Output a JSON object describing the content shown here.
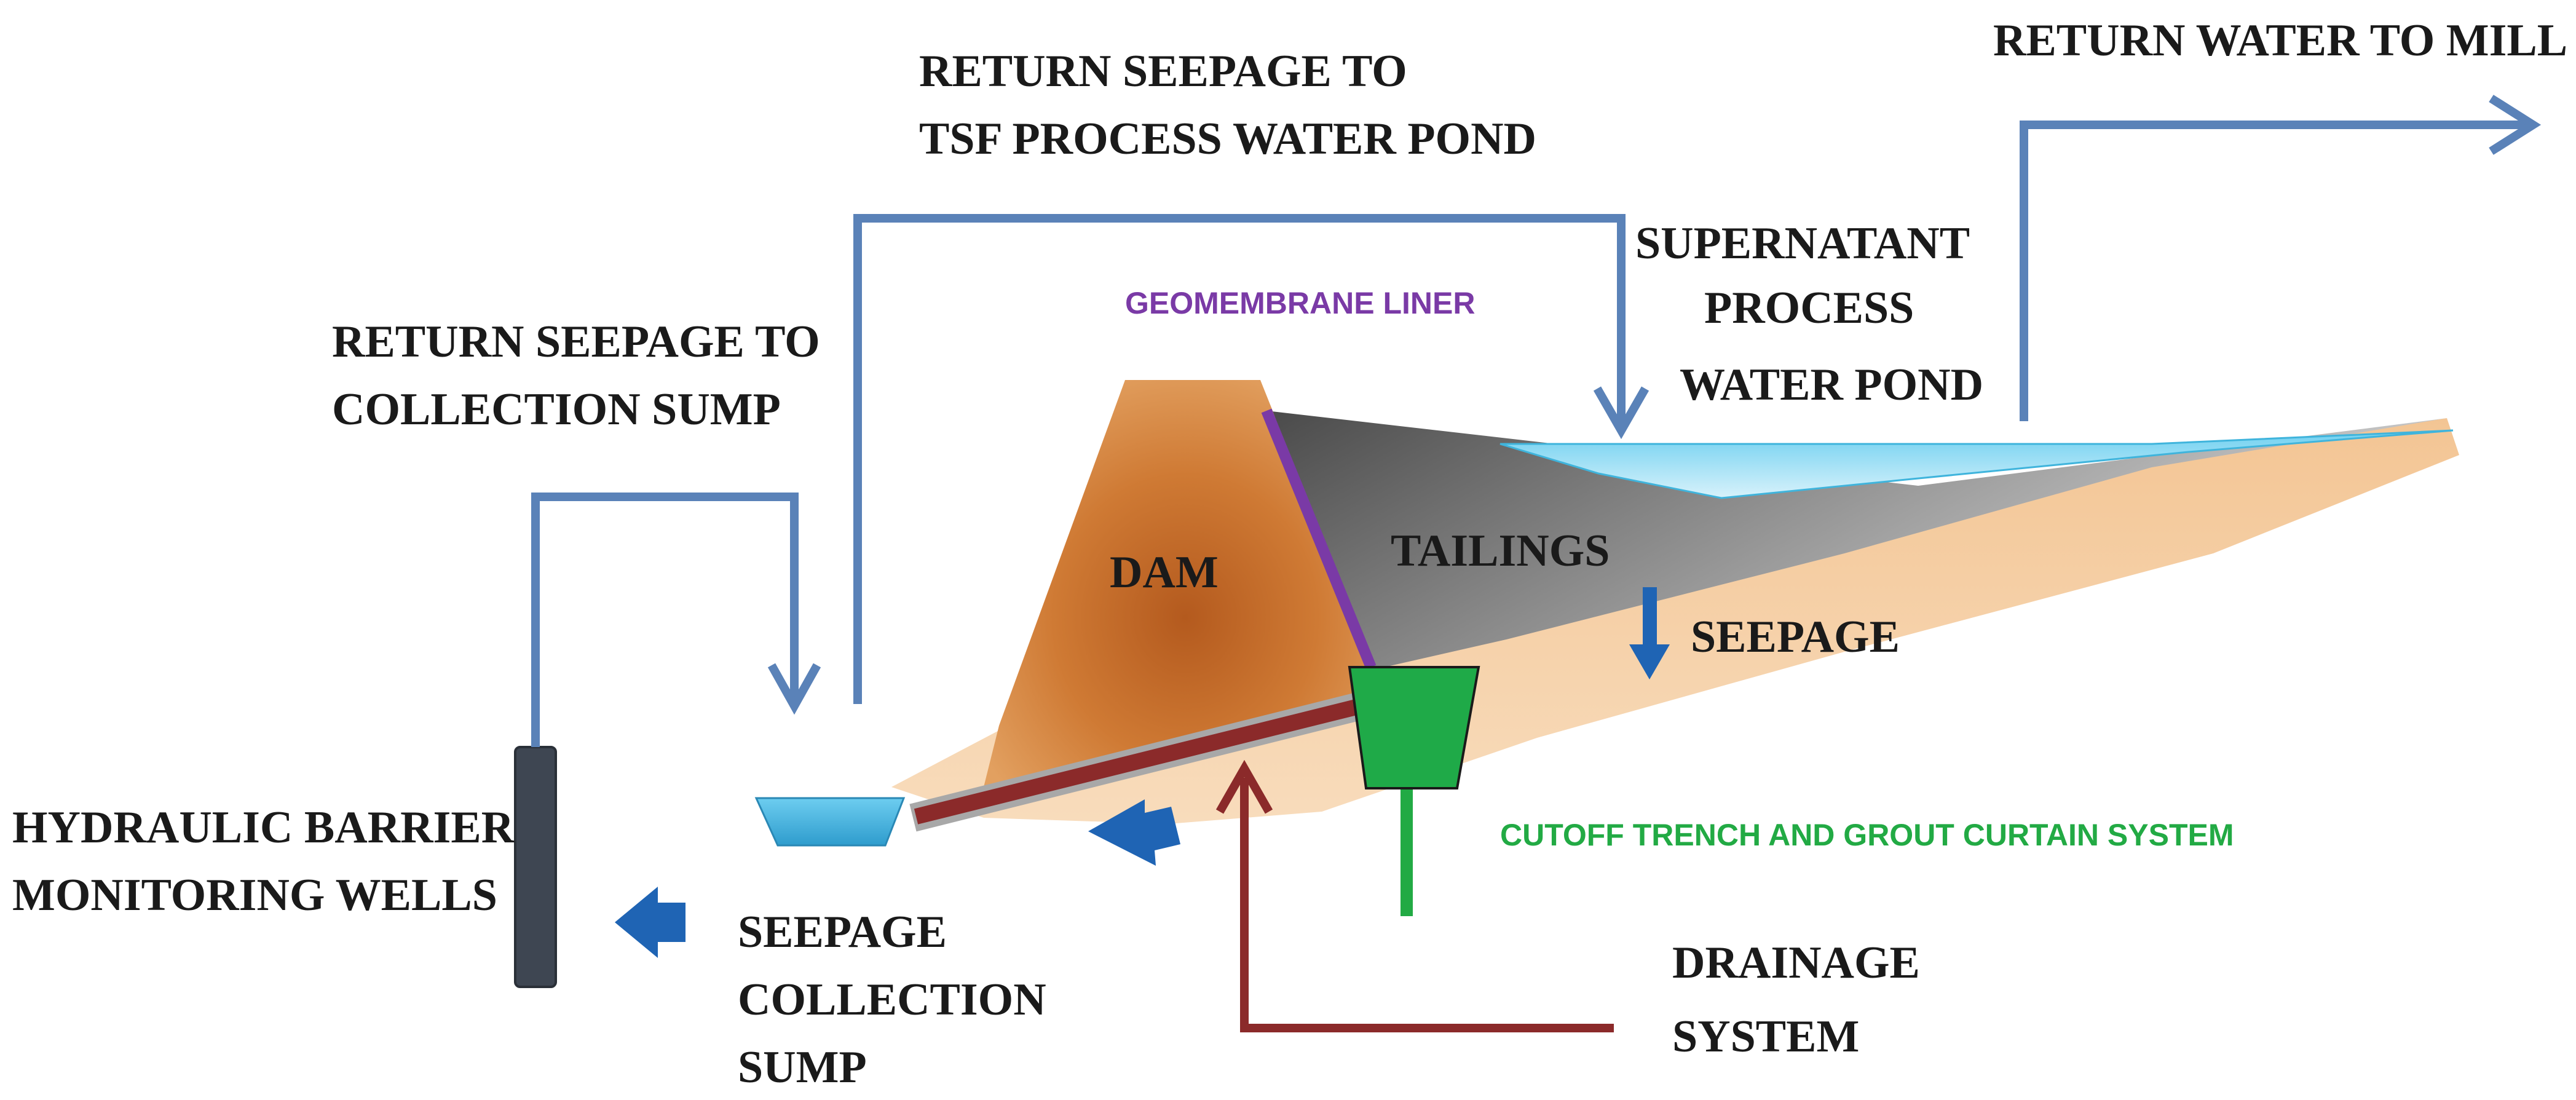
{
  "diagram": {
    "labels": {
      "return_water_to_mill": "RETURN WATER TO MILL",
      "return_seepage_tsf_line1": "RETURN SEEPAGE TO",
      "return_seepage_tsf_line2": "TSF PROCESS WATER POND",
      "return_seepage_sump_line1": "RETURN SEEPAGE TO",
      "return_seepage_sump_line2": "COLLECTION SUMP",
      "geomembrane_liner": "GEOMEMBRANE LINER",
      "supernatant_line1": "SUPERNATANT",
      "supernatant_line2": "PROCESS",
      "supernatant_line3": "WATER POND",
      "dam": "DAM",
      "tailings": "TAILINGS",
      "seepage": "SEEPAGE",
      "hydraulic_barrier_line1": "HYDRAULIC BARRIER",
      "hydraulic_barrier_line2": "MONITORING WELLS",
      "seepage_collection_line1": "SEEPAGE",
      "seepage_collection_line2": "COLLECTION",
      "seepage_collection_line3": "SUMP",
      "cutoff_trench": "CUTOFF TRENCH AND GROUT CURTAIN SYSTEM",
      "drainage_line1": "DRAINAGE",
      "drainage_line2": "SYSTEM"
    },
    "colors": {
      "flow_line": "#5a82b8",
      "arrow_fill": "#1f64b4",
      "geomembrane": "#7a3aa6",
      "cutoff": "#22aa44",
      "drain_pipe": "#8b2a2a",
      "dam": "#c8702e",
      "tailings": "#8c8c8c",
      "ground": "#f2c495",
      "water": "#5fc8ea",
      "well": "#3e4652"
    }
  }
}
